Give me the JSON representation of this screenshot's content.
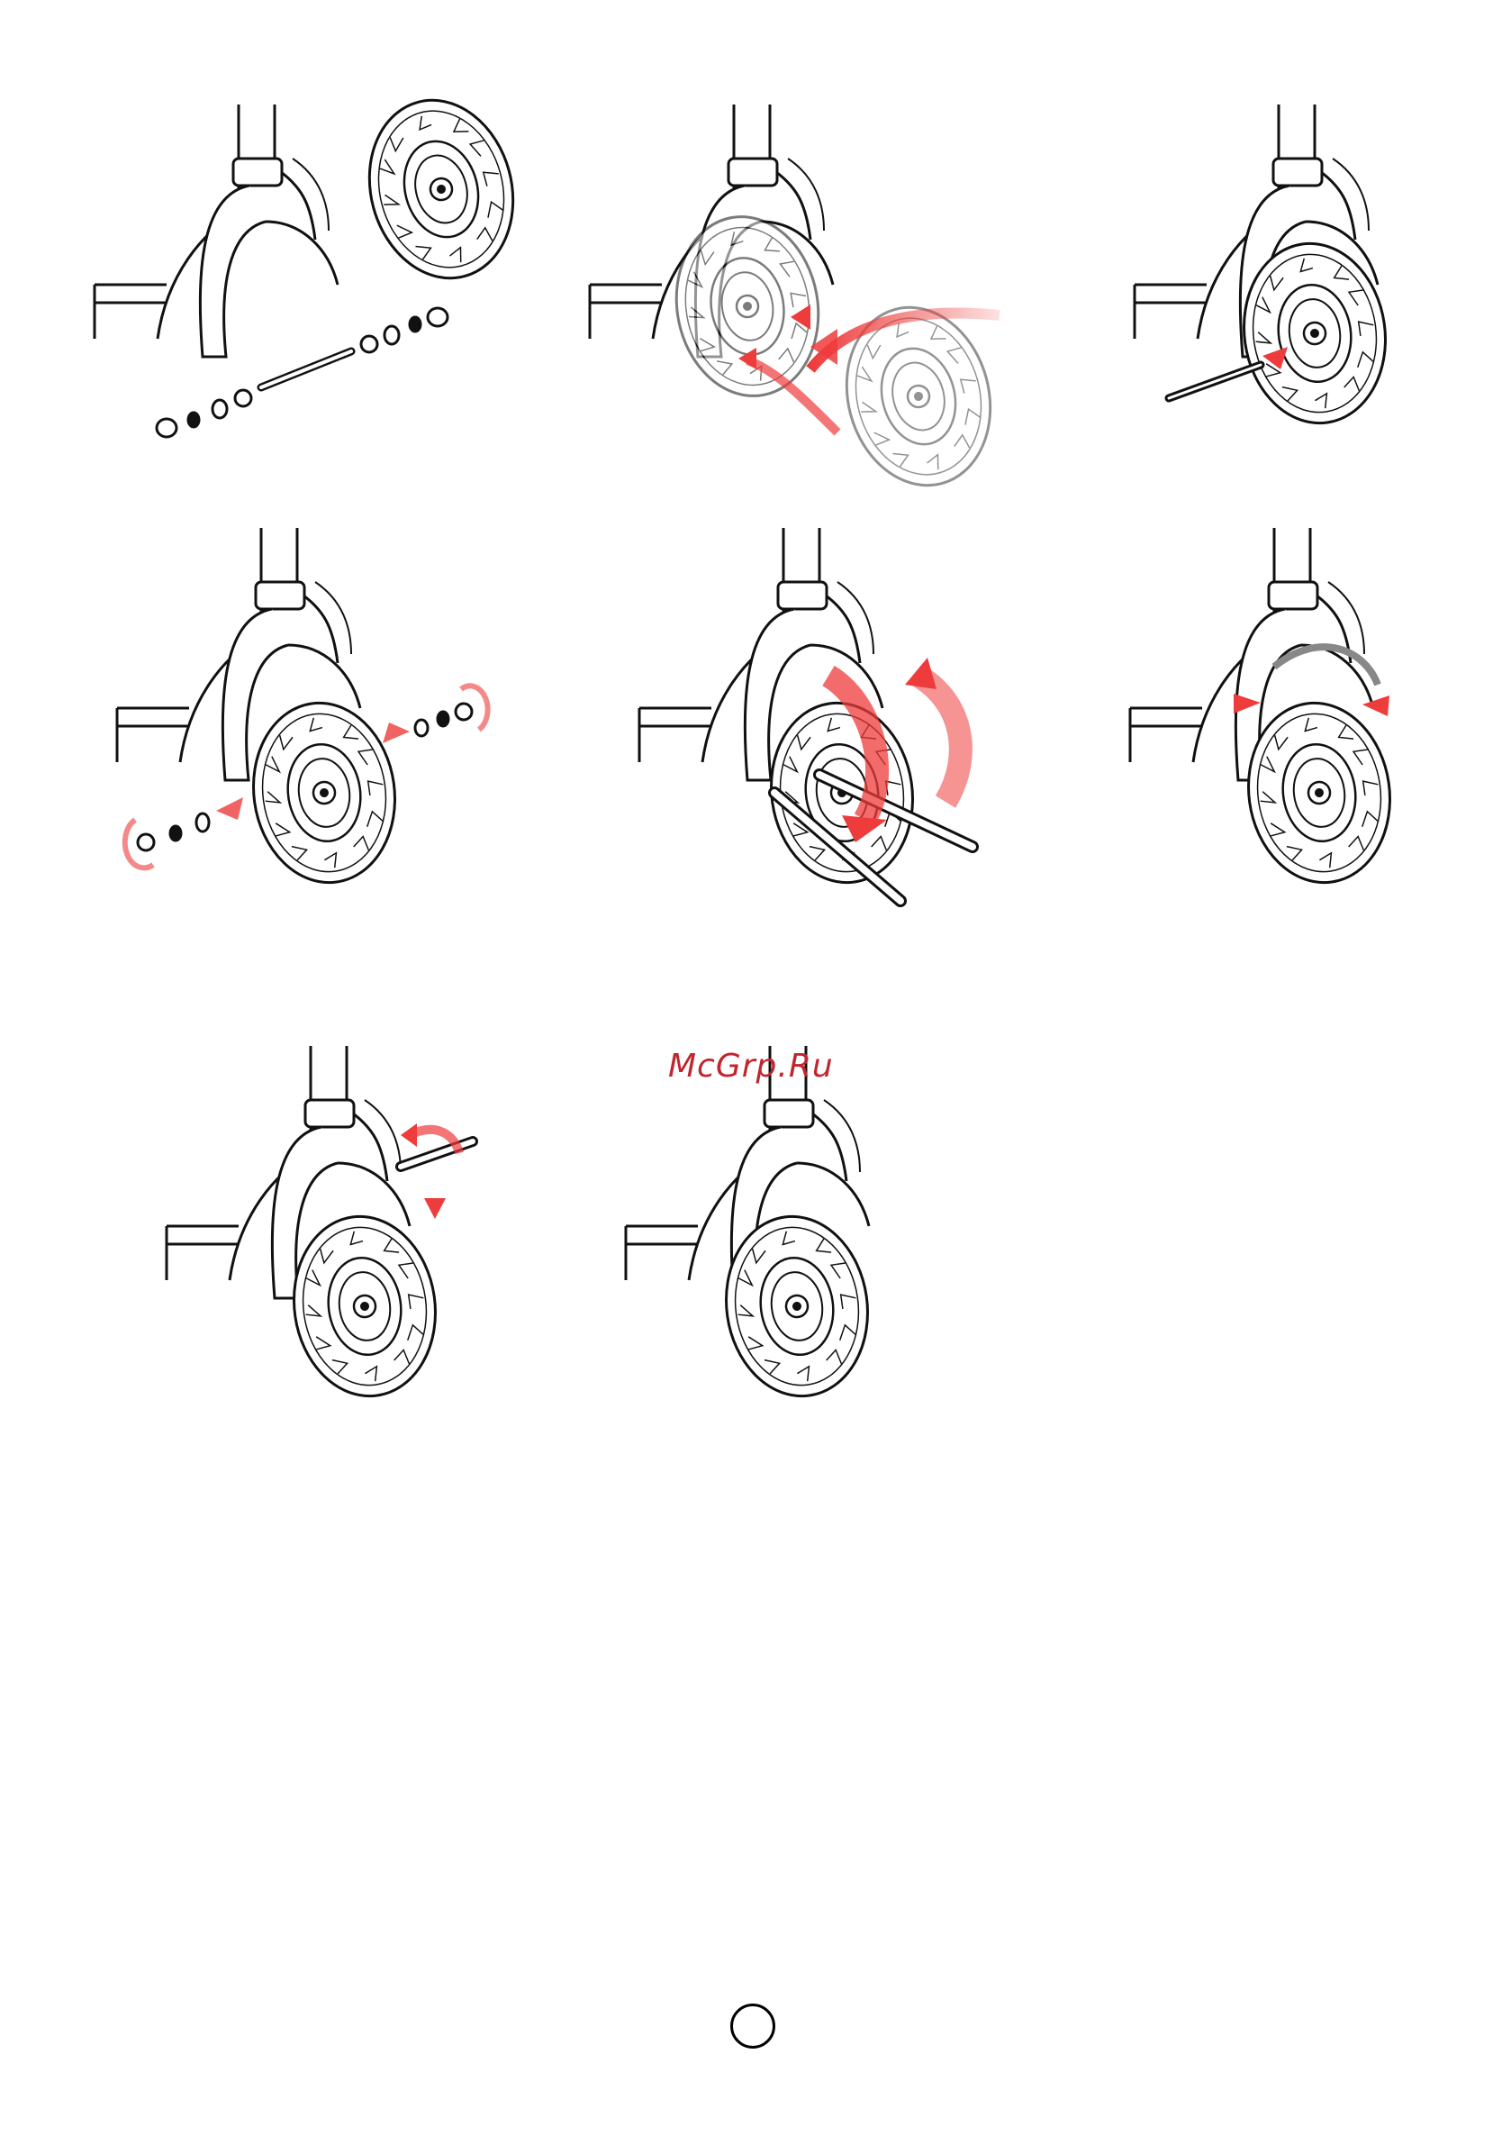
{
  "watermark": "McGrp.Ru",
  "colors": {
    "line": "#111111",
    "arrow": "#ee3b3b",
    "ghost": "#c9c9c9",
    "watermark": "#c0262e"
  },
  "steps": [
    {
      "name": "step-1-parts-exploded",
      "icon": "exploded-wheel-parts"
    },
    {
      "name": "step-2-insert-wheel",
      "icon": "insert-wheel-arrows"
    },
    {
      "name": "step-3-insert-axle",
      "icon": "axle-insert-arrow"
    },
    {
      "name": "step-4-fit-washers-nuts",
      "icon": "washers-nuts-arrows"
    },
    {
      "name": "step-5-tighten-wrenches",
      "icon": "two-wrenches-rotate"
    },
    {
      "name": "step-6-press-brake-arms",
      "icon": "brake-squeeze-arrows"
    },
    {
      "name": "step-7-adjust-brake",
      "icon": "wrench-brake-adjust"
    },
    {
      "name": "step-8-assembled",
      "icon": "assembled-wheel"
    }
  ]
}
